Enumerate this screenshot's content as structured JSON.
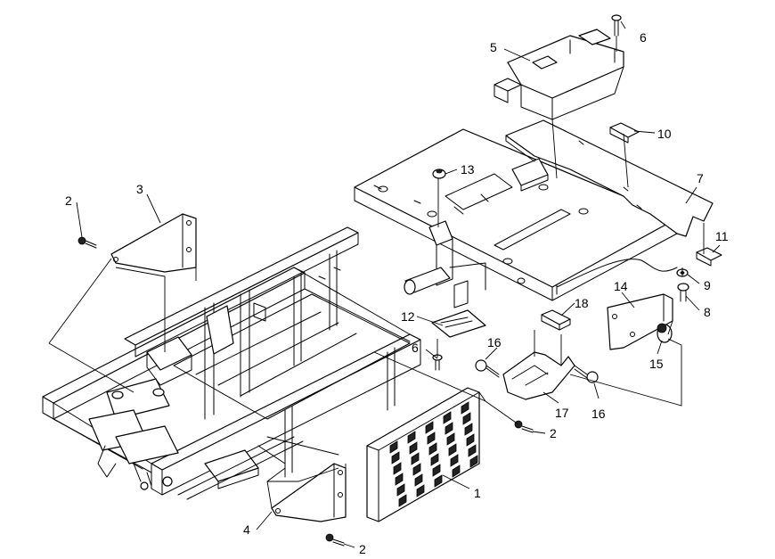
{
  "callouts": [
    {
      "id": "c1",
      "text": "1"
    },
    {
      "id": "c2a",
      "text": "2"
    },
    {
      "id": "c2b",
      "text": "2"
    },
    {
      "id": "c2c",
      "text": "2"
    },
    {
      "id": "c3",
      "text": "3"
    },
    {
      "id": "c4",
      "text": "4"
    },
    {
      "id": "c5",
      "text": "5"
    },
    {
      "id": "c6a",
      "text": "6"
    },
    {
      "id": "c6b",
      "text": "6"
    },
    {
      "id": "c7",
      "text": "7"
    },
    {
      "id": "c8",
      "text": "8"
    },
    {
      "id": "c9",
      "text": "9"
    },
    {
      "id": "c10",
      "text": "10"
    },
    {
      "id": "c11",
      "text": "11"
    },
    {
      "id": "c12",
      "text": "12"
    },
    {
      "id": "c13",
      "text": "13"
    },
    {
      "id": "c14",
      "text": "14"
    },
    {
      "id": "c15",
      "text": "15"
    },
    {
      "id": "c16a",
      "text": "16"
    },
    {
      "id": "c16b",
      "text": "16"
    },
    {
      "id": "c17",
      "text": "17"
    },
    {
      "id": "c18",
      "text": "18"
    }
  ]
}
